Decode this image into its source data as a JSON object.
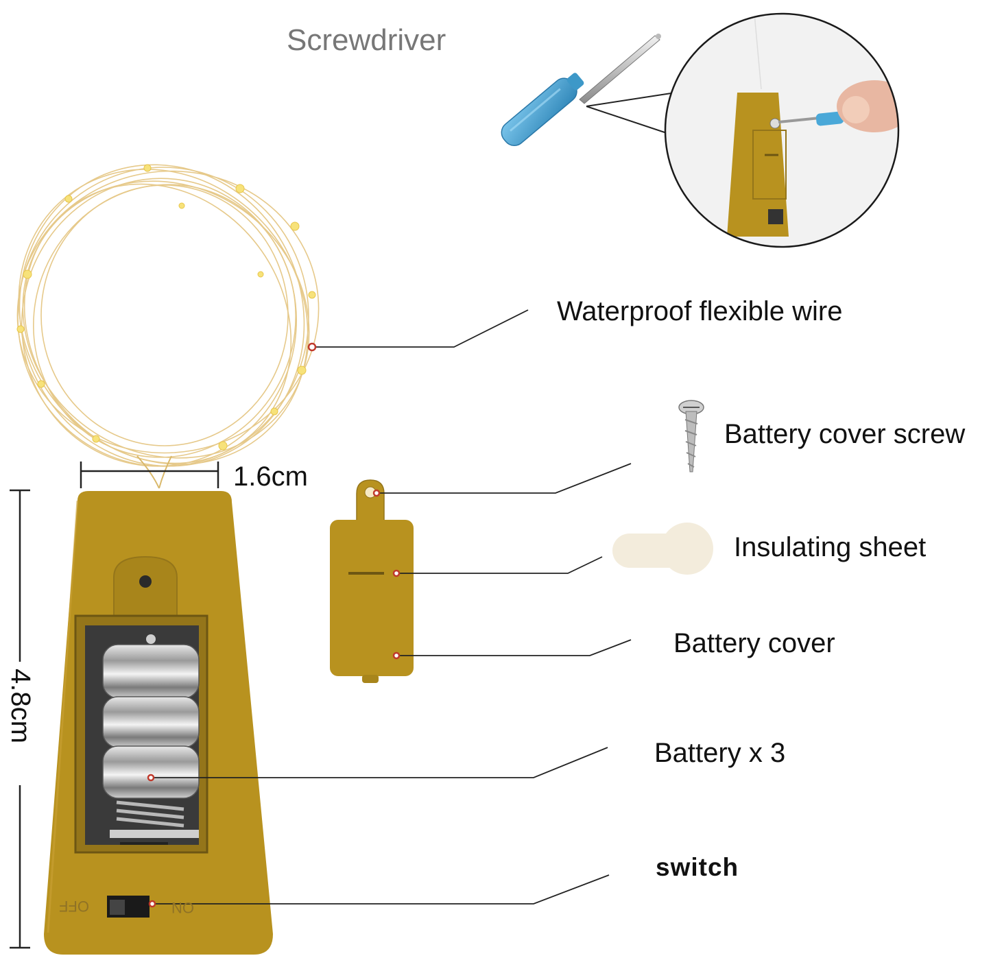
{
  "labels": {
    "screwdriver": "Screwdriver",
    "wire": "Waterproof flexible wire",
    "screw": "Battery cover screw",
    "sheet": "Insulating sheet",
    "cover": "Battery cover",
    "battery": "Battery x 3",
    "switch": "switch"
  },
  "dimensions": {
    "width": "1.6cm",
    "height": "4.8cm"
  },
  "switch_marks": {
    "off": "OFF",
    "on": "ON"
  },
  "colors": {
    "cork": "#b8921f",
    "cork_dark": "#94751a",
    "wire": "#e6c98a",
    "led": "#f7e27a",
    "screwdriver_handle": "#4aa8d8",
    "insulating_sheet": "#f3ecdc",
    "leader_dot": "#c0392b",
    "leader_line": "#222222"
  },
  "icons": [
    "screwdriver-icon",
    "wire-coil-icon",
    "screw-icon",
    "insulating-sheet-icon",
    "battery-cover-icon",
    "cork-battery-box-icon",
    "magnifier-circle-icon"
  ]
}
